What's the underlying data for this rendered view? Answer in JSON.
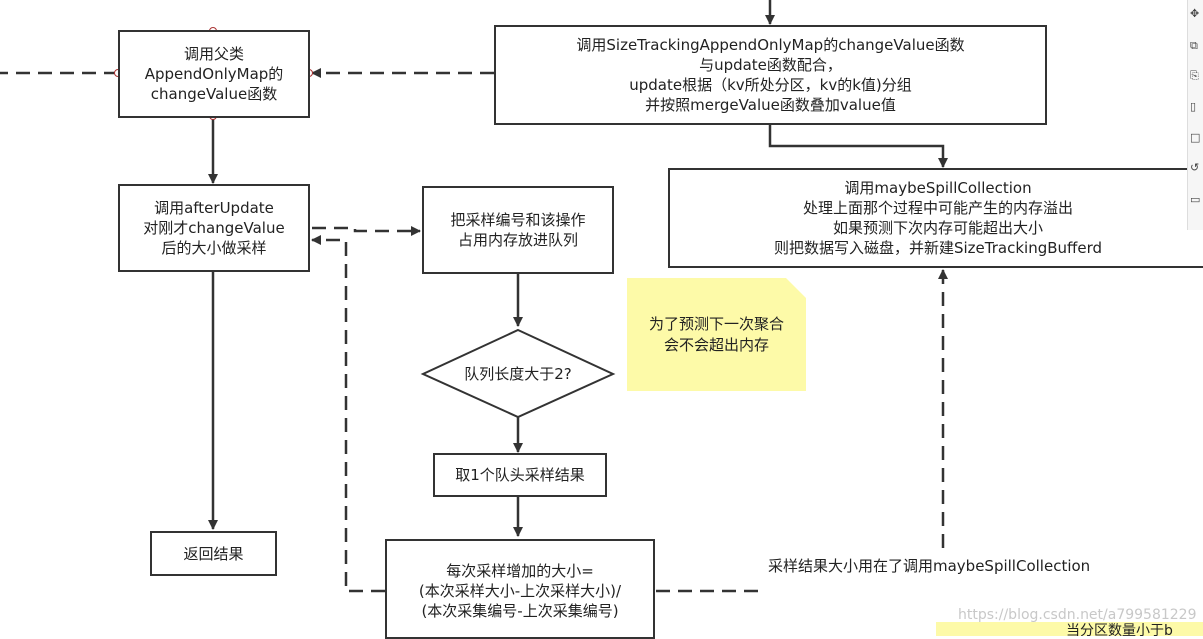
{
  "nodes": {
    "call_parent": [
      "调用父类",
      "AppendOnlyMap的",
      "changeValue函数"
    ],
    "call_size_tracking": [
      "调用SizeTrackingAppendOnlyMap的changeValue函数",
      "与update函数配合，",
      "update根据（kv所处分区，kv的k值)分组",
      "并按照mergeValue函数叠加value值"
    ],
    "call_maybe_spill": [
      "调用maybeSpillCollection",
      "处理上面那个过程中可能产生的内存溢出",
      "如果预测下次内存可能超出大小",
      "则把数据写入磁盘，并新建SizeTrackingBufferd"
    ],
    "after_update": [
      "调用afterUpdate",
      "对刚才changeValue",
      "后的大小做采样"
    ],
    "enqueue": [
      "把采样编号和该操作",
      "占用内存放进队列"
    ],
    "queue_check": "队列长度大于2?",
    "dequeue": "取1个队头采样结果",
    "return_result": "返回结果",
    "growth": [
      "每次采样增加的大小=",
      "(本次采样大小-上次采样大小)/",
      "(本次采集编号-上次采集编号)"
    ]
  },
  "note": [
    "为了预测下一次聚合",
    "会不会超出内存"
  ],
  "edge_label": "采样结果大小用在了调用maybeSpillCollection",
  "watermark": "https://blog.csdn.net/a799581229",
  "bottom_strip_text": "当分区数量小于b",
  "toolbar_icons": [
    "move-icon",
    "copy-icon",
    "paste-icon",
    "frame-icon",
    "page-icon",
    "undo-icon",
    "comment-icon"
  ]
}
